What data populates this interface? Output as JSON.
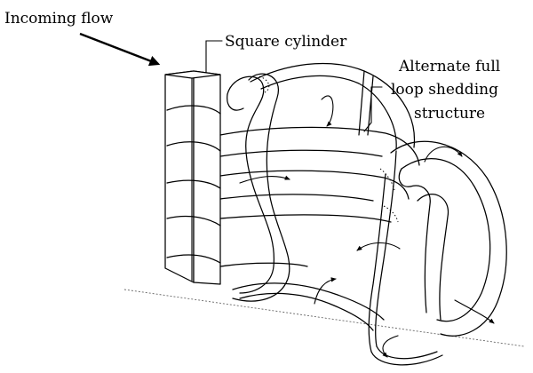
{
  "labels": {
    "incoming_flow": "Incoming flow",
    "square_cylinder": "Square cylinder",
    "structure_line1": "Alternate full",
    "structure_line2": "loop shedding",
    "structure_line3": "structure"
  },
  "icons": {
    "flow_arrow": "arrow-right-down-icon",
    "rotation_arrows": "curved-arrow-icon"
  }
}
